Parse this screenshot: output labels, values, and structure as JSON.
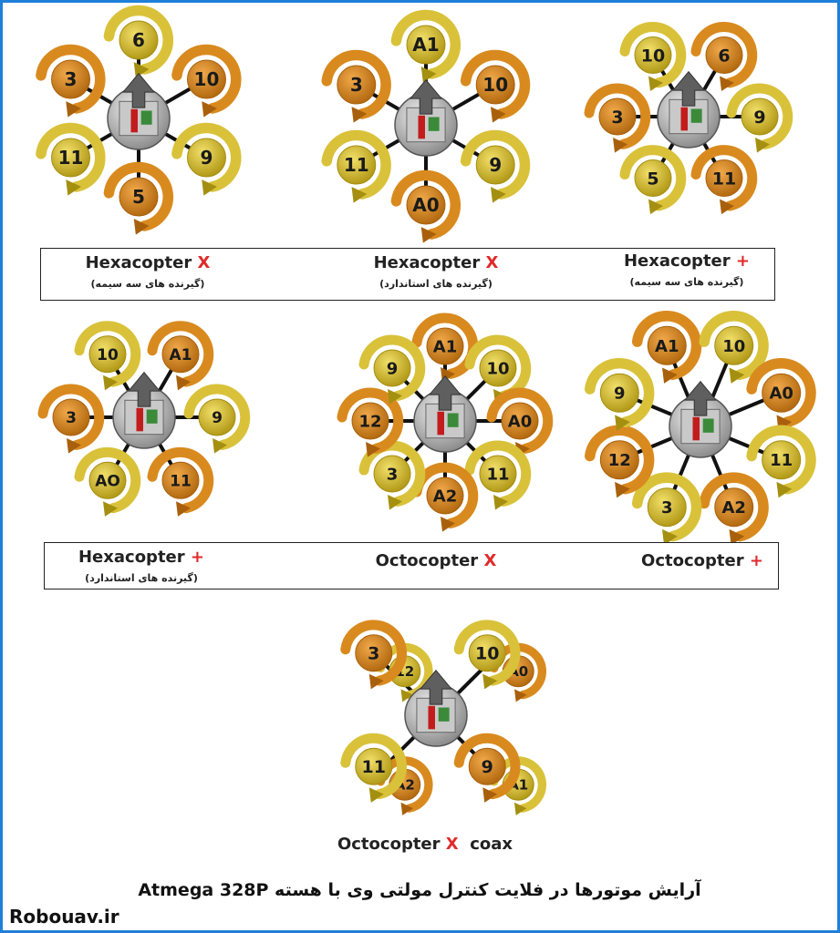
{
  "footer": {
    "title": "آرایش موتورها در فلایت کنترل مولتی وی با هسته Atmega 328P",
    "site": "Robouav.ir"
  },
  "signs": {
    "x": "X",
    "plus": "+"
  },
  "colors": {
    "orange": "#d98a1e",
    "yellow": "#d9c23a",
    "arm": "#111111",
    "frame_border": "#1f7fd9",
    "sign": "#e12a2a"
  },
  "configs": [
    {
      "id": "hexa-x-3wire",
      "name": "Hexacopter",
      "sign": "X",
      "subtitle": "(گیرنده های سه سیمه)",
      "motors": [
        {
          "label": "6",
          "color": "yellow"
        },
        {
          "label": "10",
          "color": "orange"
        },
        {
          "label": "9",
          "color": "yellow"
        },
        {
          "label": "5",
          "color": "orange"
        },
        {
          "label": "11",
          "color": "yellow"
        },
        {
          "label": "3",
          "color": "orange"
        }
      ]
    },
    {
      "id": "hexa-x-std",
      "name": "Hexacopter",
      "sign": "X",
      "subtitle": "(گیرنده های استاندارد)",
      "motors": [
        {
          "label": "A1",
          "color": "yellow"
        },
        {
          "label": "10",
          "color": "orange"
        },
        {
          "label": "9",
          "color": "yellow"
        },
        {
          "label": "A0",
          "color": "orange"
        },
        {
          "label": "11",
          "color": "yellow"
        },
        {
          "label": "3",
          "color": "orange"
        }
      ]
    },
    {
      "id": "hexa-plus-3wire",
      "name": "Hexacopter",
      "sign": "+",
      "subtitle": "(گیرنده های سه سیمه)",
      "motors": [
        {
          "label": "10",
          "color": "yellow"
        },
        {
          "label": "6",
          "color": "orange"
        },
        {
          "label": "9",
          "color": "yellow"
        },
        {
          "label": "11",
          "color": "orange"
        },
        {
          "label": "5",
          "color": "yellow"
        },
        {
          "label": "3",
          "color": "orange"
        }
      ]
    },
    {
      "id": "hexa-plus-std",
      "name": "Hexacopter",
      "sign": "+",
      "subtitle": "(گیرنده های استاندارد)",
      "motors": [
        {
          "label": "10",
          "color": "yellow"
        },
        {
          "label": "A1",
          "color": "orange"
        },
        {
          "label": "9",
          "color": "yellow"
        },
        {
          "label": "11",
          "color": "orange"
        },
        {
          "label": "AO",
          "color": "yellow"
        },
        {
          "label": "3",
          "color": "orange"
        }
      ]
    },
    {
      "id": "octo-x",
      "name": "Octocopter",
      "sign": "X",
      "subtitle": "",
      "motors": [
        {
          "label": "A1",
          "color": "orange"
        },
        {
          "label": "10",
          "color": "yellow"
        },
        {
          "label": "A0",
          "color": "orange"
        },
        {
          "label": "11",
          "color": "yellow"
        },
        {
          "label": "A2",
          "color": "orange"
        },
        {
          "label": "3",
          "color": "yellow"
        },
        {
          "label": "12",
          "color": "orange"
        },
        {
          "label": "9",
          "color": "yellow"
        }
      ]
    },
    {
      "id": "octo-plus",
      "name": "Octocopter",
      "sign": "+",
      "subtitle": "",
      "motors": [
        {
          "label": "A1",
          "color": "orange"
        },
        {
          "label": "10",
          "color": "yellow"
        },
        {
          "label": "A0",
          "color": "orange"
        },
        {
          "label": "11",
          "color": "yellow"
        },
        {
          "label": "A2",
          "color": "orange"
        },
        {
          "label": "3",
          "color": "yellow"
        },
        {
          "label": "12",
          "color": "orange"
        },
        {
          "label": "9",
          "color": "yellow"
        }
      ]
    },
    {
      "id": "octo-x-coax",
      "name": "Octocopter",
      "sign": "X",
      "suffix": "coax",
      "subtitle": "",
      "motors": [
        {
          "label": "3",
          "color": "orange",
          "sub": "12",
          "subcolor": "yellow"
        },
        {
          "label": "10",
          "color": "yellow",
          "sub": "A0",
          "subcolor": "orange"
        },
        {
          "label": "9",
          "color": "orange",
          "sub": "A1",
          "subcolor": "yellow"
        },
        {
          "label": "11",
          "color": "yellow",
          "sub": "A2",
          "subcolor": "orange"
        }
      ]
    }
  ]
}
